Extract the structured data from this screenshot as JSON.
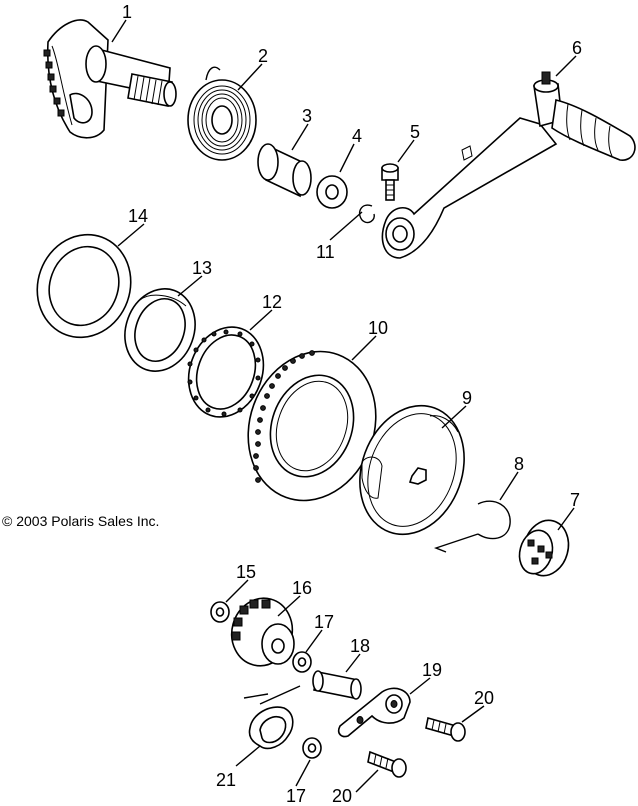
{
  "copyright": "© 2003 Polaris Sales Inc.",
  "callouts": [
    {
      "id": "c1",
      "text": "1"
    },
    {
      "id": "c2",
      "text": "2"
    },
    {
      "id": "c3",
      "text": "3"
    },
    {
      "id": "c4",
      "text": "4"
    },
    {
      "id": "c5",
      "text": "5"
    },
    {
      "id": "c6",
      "text": "6"
    },
    {
      "id": "c7",
      "text": "7"
    },
    {
      "id": "c8",
      "text": "8"
    },
    {
      "id": "c9",
      "text": "9"
    },
    {
      "id": "c10",
      "text": "10"
    },
    {
      "id": "c11",
      "text": "11"
    },
    {
      "id": "c12",
      "text": "12"
    },
    {
      "id": "c13",
      "text": "13"
    },
    {
      "id": "c14",
      "text": "14"
    },
    {
      "id": "c15",
      "text": "15"
    },
    {
      "id": "c16",
      "text": "16"
    },
    {
      "id": "c17a",
      "text": "17"
    },
    {
      "id": "c17b",
      "text": "17"
    },
    {
      "id": "c18",
      "text": "18"
    },
    {
      "id": "c19",
      "text": "19"
    },
    {
      "id": "c20a",
      "text": "20"
    },
    {
      "id": "c20b",
      "text": "20"
    },
    {
      "id": "c21",
      "text": "21"
    }
  ]
}
